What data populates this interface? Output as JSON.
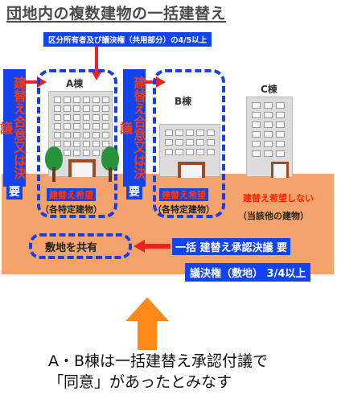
{
  "title": "団地内の複数建物の一括建替え",
  "top_note": "区分所有者及び議決権（共用部分）の4/5以上",
  "left_vertical_text": "建替え合意又は決議",
  "left_vertical_tail": "要",
  "mid_vertical_text": "建替え合意又は決議",
  "mid_vertical_tail": "要",
  "buildings": {
    "a": {
      "label": "A棟",
      "wish": "建替え希望",
      "sub": "（各特定建物）"
    },
    "b": {
      "label": "B棟",
      "wish": "建替え希望",
      "sub": "（各特定建物）"
    },
    "c": {
      "label": "C棟",
      "wish": "建替え希望しない",
      "sub": "（当該他の建物）"
    }
  },
  "shared_land": "敷地を共有",
  "ikkatsu_label": "一括 建替え承認決議 要",
  "ratio_label": "議決権（敷地） 3/4以上",
  "caption_line1": "A・B棟は一括建替え承認付議で",
  "caption_line2": "「同意」があったとみなす",
  "colors": {
    "blue": "#1144ee",
    "red": "#ee2222",
    "ground": "#f3a36b",
    "arrow_orange": "#ff8a1a"
  }
}
